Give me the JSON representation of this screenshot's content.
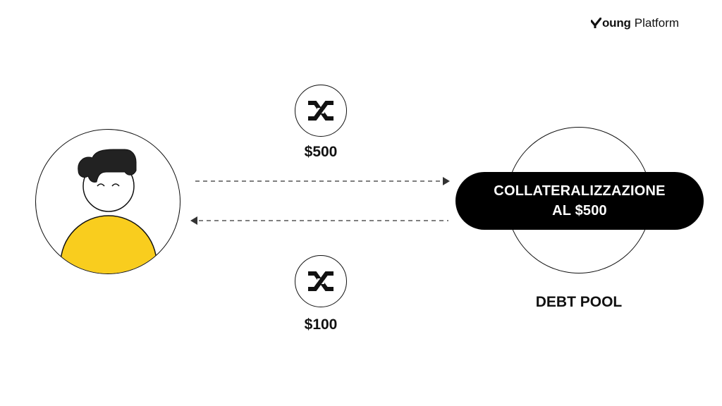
{
  "brand": {
    "logo_bold": "oung",
    "logo_light": "Platform"
  },
  "user": {
    "shirt_color": "#F9CD1E",
    "hair_color": "#222222"
  },
  "flow_to_pool": {
    "amount": "$500",
    "token_icon": "synthetix-icon",
    "direction": "user-to-pool"
  },
  "flow_to_user": {
    "amount": "$100",
    "token_icon": "synthetix-icon",
    "direction": "pool-to-user"
  },
  "pool": {
    "badge_line1": "COLLATERALIZZAZIONE",
    "badge_line2": "AL $500",
    "label": "DEBT POOL"
  }
}
